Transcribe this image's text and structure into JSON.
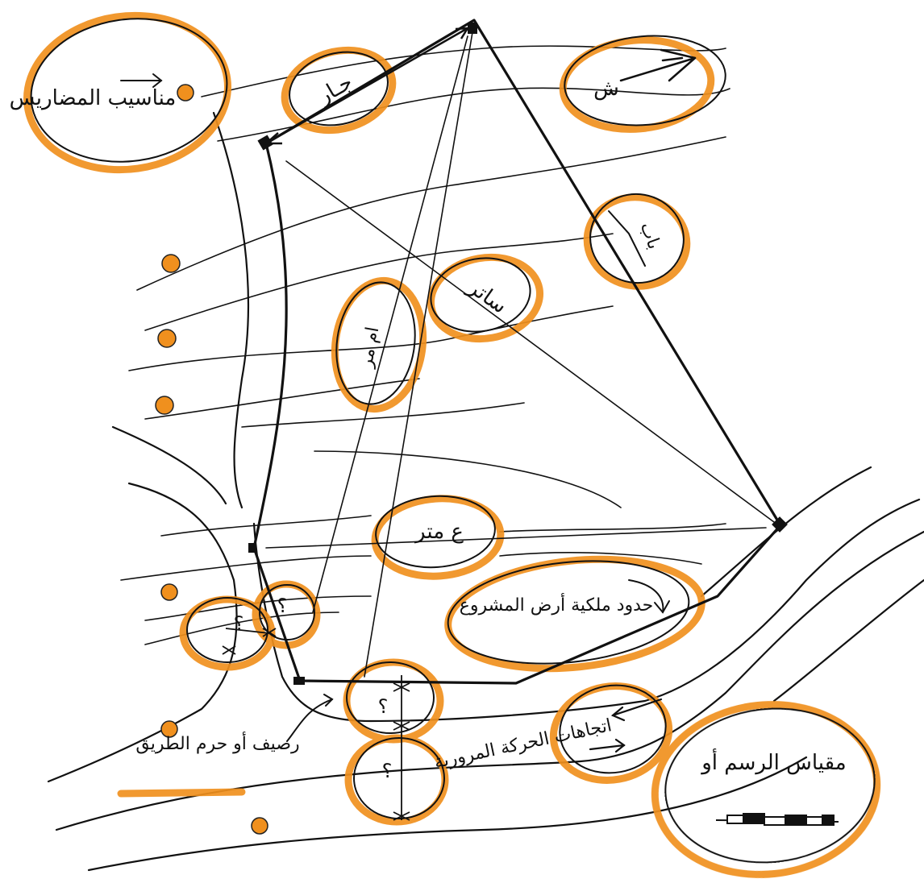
{
  "colors": {
    "ink": "#111111",
    "highlight": "#f0901e",
    "paper": "#ffffff"
  },
  "labels": {
    "levels": "مناسيب المضاريس",
    "neighbor": "جـار",
    "north": "ش",
    "gate": "باب",
    "dimension_right": "ساتر",
    "dimension_left": "ام مر",
    "dimension_bottom": "ع متر",
    "ownership": "حدود ملكية أرض المشروع",
    "setback": "رصيف أو حرم الطريق",
    "traffic": "اتجاهات الحركة المرورية",
    "scale": "مقياس الرسم أو",
    "unknown": "؟"
  }
}
